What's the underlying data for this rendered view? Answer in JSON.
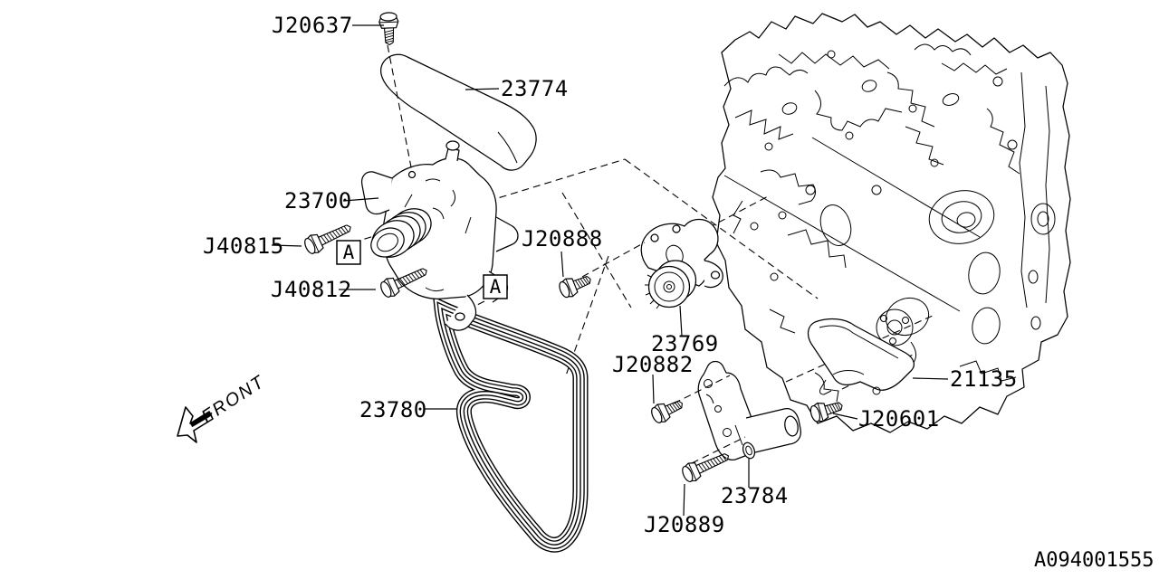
{
  "drawing": {
    "code": "A094001555",
    "front_label": "FRONT",
    "detail_markers": [
      {
        "label": "A"
      },
      {
        "label": "A"
      }
    ],
    "parts": [
      {
        "id": "J20637"
      },
      {
        "id": "23774"
      },
      {
        "id": "23700"
      },
      {
        "id": "J40815"
      },
      {
        "id": "J40812"
      },
      {
        "id": "J20888"
      },
      {
        "id": "23769"
      },
      {
        "id": "J20882"
      },
      {
        "id": "23780"
      },
      {
        "id": "21135"
      },
      {
        "id": "J20601"
      },
      {
        "id": "23784"
      },
      {
        "id": "J20889"
      }
    ]
  }
}
